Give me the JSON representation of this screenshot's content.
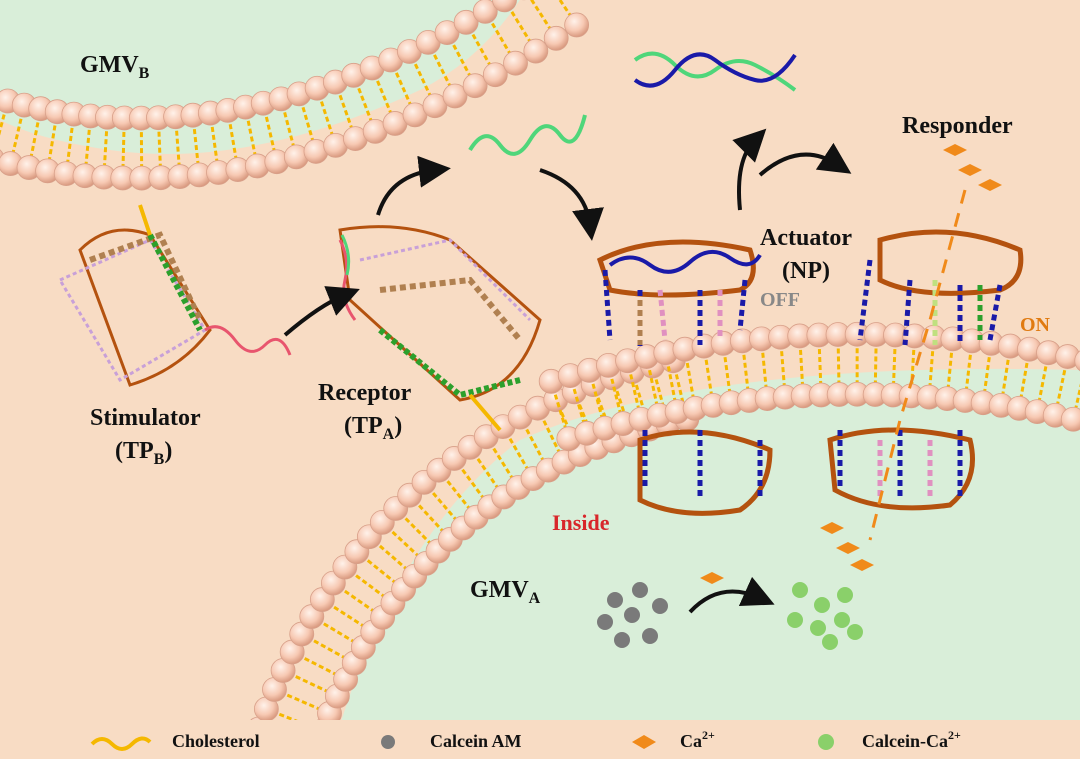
{
  "labels": {
    "gmv_b_main": "GMV",
    "gmv_b_sub": "B",
    "gmv_a_main": "GMV",
    "gmv_a_sub": "A",
    "stimulator_line1": "Stimulator",
    "stimulator_line2_main": "(TP",
    "stimulator_line2_sub": "B",
    "stimulator_line2_end": ")",
    "receptor_line1": "Receptor",
    "receptor_line2_main": "(TP",
    "receptor_line2_sub": "A",
    "receptor_line2_end": ")",
    "actuator_line1": "Actuator",
    "actuator_line2": "(NP)",
    "responder": "Responder",
    "off": "OFF",
    "on": "ON",
    "inside": "Inside"
  },
  "legend": {
    "cholesterol": "Cholesterol",
    "calcein_am": "Calcein AM",
    "ca_main": "Ca",
    "ca_sup": "2+",
    "calcein_ca_main": "Calcein-Ca",
    "calcein_ca_sup": "2+"
  },
  "colors": {
    "background": "#f8dcc4",
    "vesicle_interior": "#d9eed9",
    "lipid_head": "#f6c6b0",
    "lipid_tail": "#f5b800",
    "red_strand": "#e8556e",
    "green_strand": "#4fd67a",
    "blue_strand": "#1a1aa8",
    "frame_brown": "#b4520f",
    "off_text": "#888888",
    "on_text": "#e07a10",
    "inside_text": "#d8262a",
    "ca_ion": "#f08a1a",
    "calcein_am": "#7a7a7a",
    "calcein_ca": "#8ad06a"
  }
}
